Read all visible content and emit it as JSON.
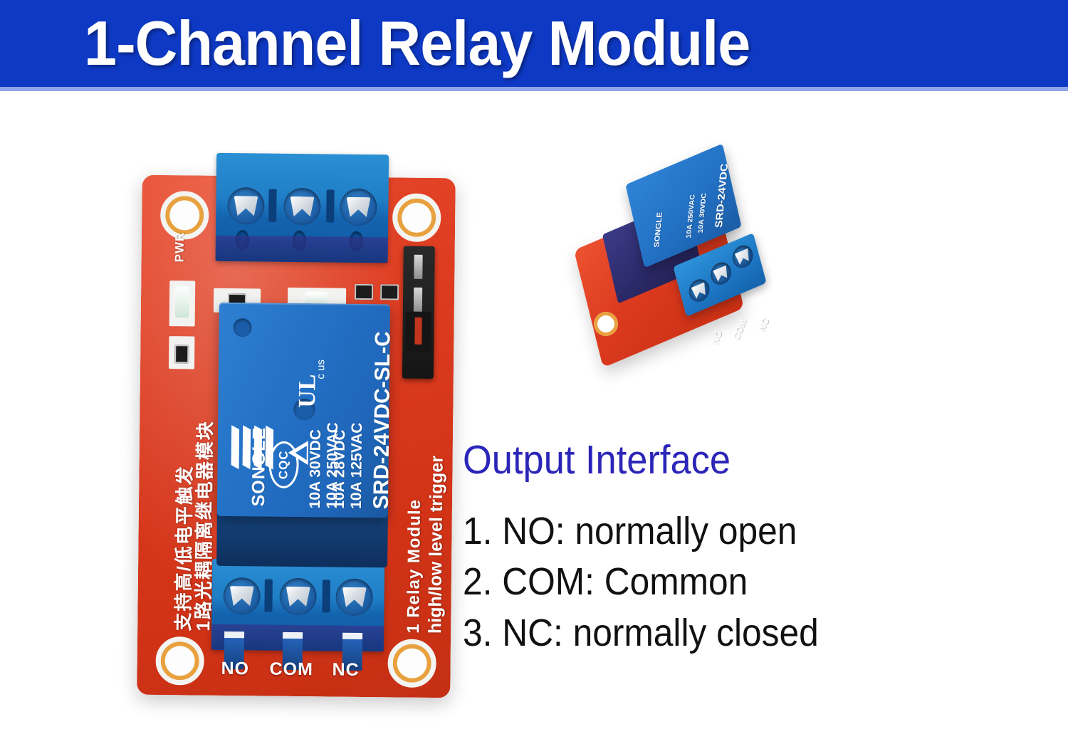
{
  "banner": {
    "title": "1-Channel Relay Module",
    "background_color": "#0E39C4",
    "text_color": "#FFFFFF"
  },
  "annotations": {
    "heading": "Output Interface",
    "heading_color": "#2B25B8",
    "items": [
      "1. NO: normally open",
      "2. COM: Common",
      "3. NC: normally closed"
    ]
  },
  "board": {
    "pcb_color": "#DC3B20",
    "relay": {
      "brand": "SONGLE",
      "part_number": "SRD-24VDC-SL-C",
      "ratings": [
        "10A 250VAC",
        "10A 125VAC",
        "10A 30VDC",
        "10A 28VDC"
      ],
      "cert_cqc": "CQC",
      "cert_ul": "UL",
      "cert_ul_sub": "c         us"
    },
    "silkscreen": {
      "power_label": "PWR",
      "module_label": "1 Relay  Module",
      "trigger_label": "high/low level trigger",
      "chinese_line1": "1路光耦隔离继电器模块",
      "chinese_line2": "支持高/低电平触发"
    },
    "terminal_labels": {
      "no": "NO",
      "com": "COM",
      "nc": "NC"
    }
  },
  "inset": {
    "relay_brand": "SONGLE",
    "relay_part": "SRD-24VDC",
    "relay_rating_1": "10A 250VAC",
    "relay_rating_2": "10A  30VDC",
    "terminal_labels": {
      "no": "NO",
      "com": "COM",
      "nc": "NC"
    }
  }
}
